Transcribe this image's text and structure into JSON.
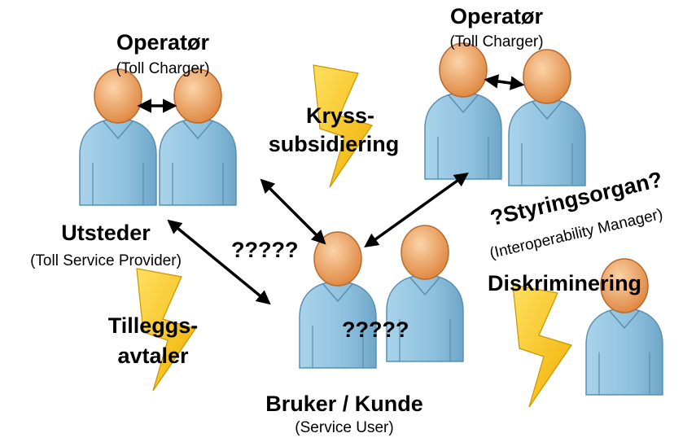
{
  "operator_left": {
    "title": "Operatør",
    "subtitle": "(Toll Charger)"
  },
  "operator_right": {
    "title": "Operatør",
    "subtitle": "(Toll Charger)"
  },
  "issuer": {
    "title": "Utsteder",
    "subtitle": "(Toll Service Provider)"
  },
  "user": {
    "title": "Bruker / Kunde",
    "subtitle": "(Service User)"
  },
  "manager": {
    "title": "?Styringsorgan?",
    "subtitle": "(Interoperability Manager)"
  },
  "issues": {
    "cross_subsidy_line1": "Kryss-",
    "cross_subsidy_line2": "subsidiering",
    "side_agreements_line1": "Tilleggs-",
    "side_agreements_line2": "avtaler",
    "discrimination": "Diskriminering"
  },
  "unknowns": {
    "left": "?????",
    "center": "?????"
  },
  "colors": {
    "head": "#f0a868",
    "body": "#9ccbe4",
    "lightning": "#f7c520",
    "arrow": "#000000"
  }
}
